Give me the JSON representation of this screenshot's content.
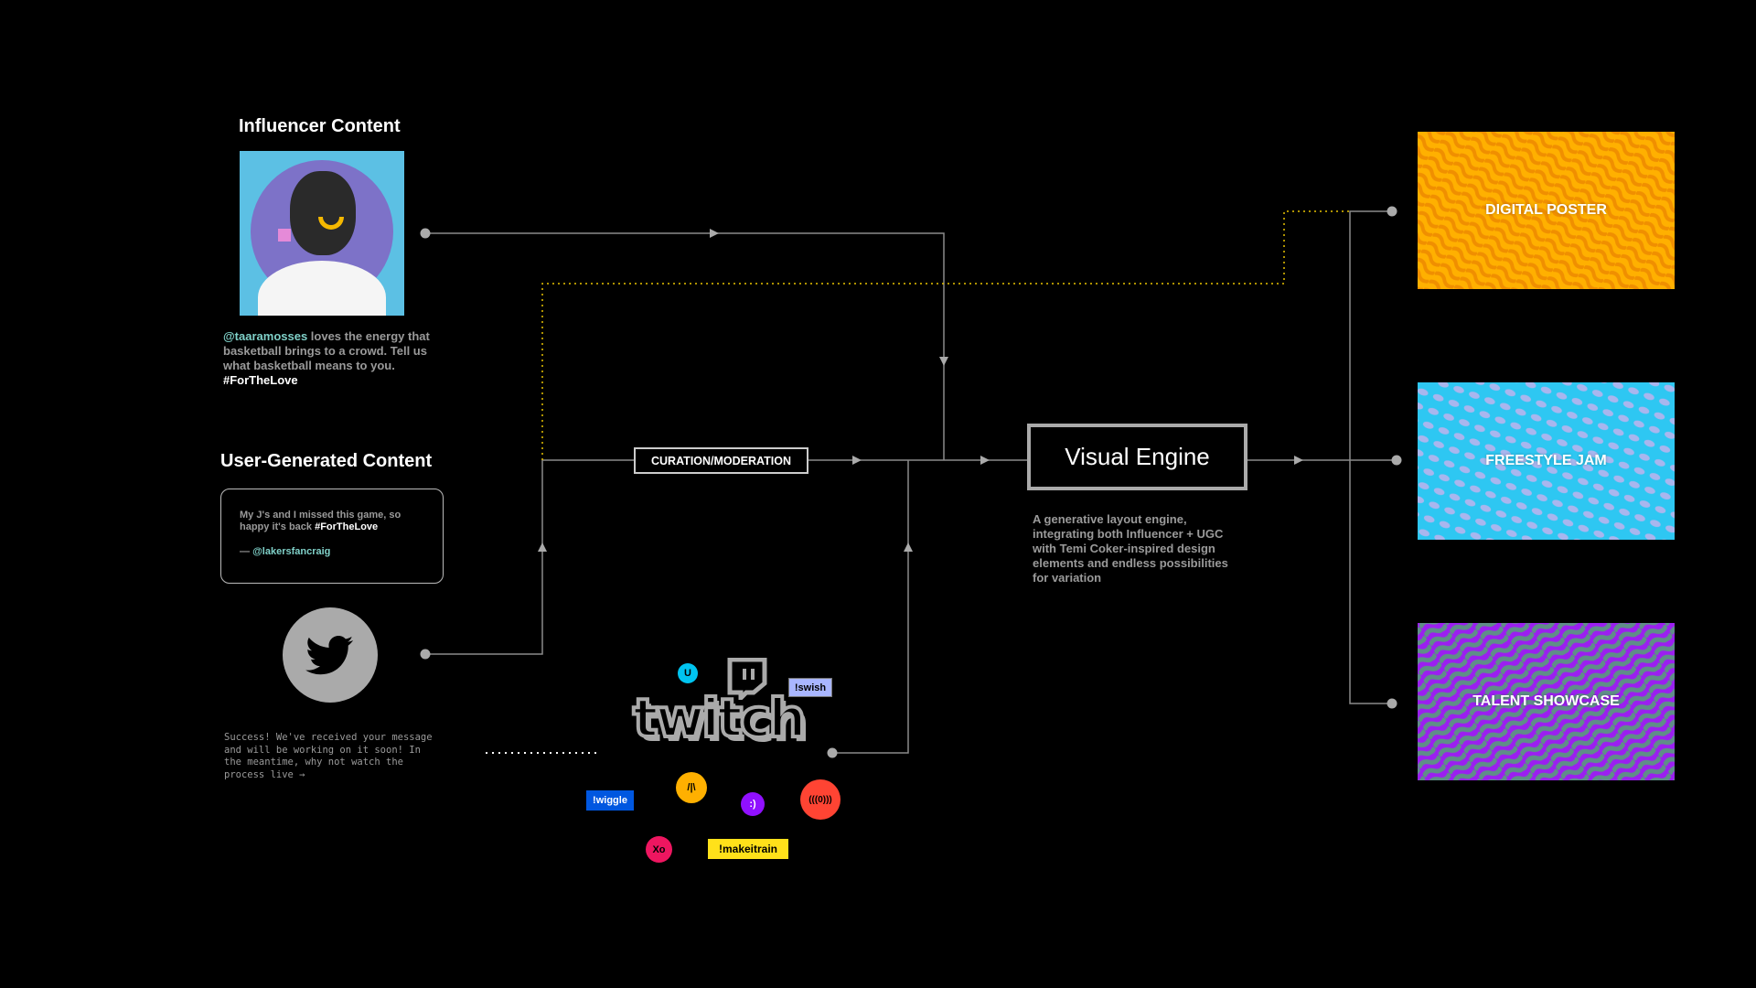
{
  "influencer": {
    "title": "Influencer Content",
    "handle": "@taaramosses",
    "caption": " loves the energy that basketball brings to a crowd. Tell us what basketball means to you. ",
    "hashtag": "#ForTheLove"
  },
  "ugc": {
    "title": "User-Generated Content",
    "tweet_text": "My J's and I missed this game, so happy it's back ",
    "tweet_hashtag": "#ForTheLove",
    "tweet_author_prefix": "— ",
    "tweet_author": "@lakersfancraig",
    "success_message": "Success! We've received your message and will be working on it soon! In the meantime, why not watch the process live →"
  },
  "curation": {
    "label": "CURATION/MODERATION"
  },
  "engine": {
    "title": "Visual Engine",
    "description": "A generative layout engine, integrating both Influencer + UGC with Temi Coker-inspired design elements and endless possibilities for variation"
  },
  "outputs": [
    {
      "label": "DIGITAL POSTER",
      "color_a": "#ffb000",
      "color_b": "#f59a00"
    },
    {
      "label": "FREESTYLE JAM",
      "color_a": "#2ec7f2",
      "color_b": "#a9b6ee"
    },
    {
      "label": "TALENT SHOWCASE",
      "color_a": "#9b1ff0",
      "color_b": "#5f8e88"
    }
  ],
  "twitch": {
    "logo": "twitch",
    "emotes": {
      "u": "U",
      "swish": "!swish",
      "arrow": "/|\\",
      "smile": ":)",
      "signal": "(((0)))",
      "wiggle": "!wiggle",
      "xo": "Xo",
      "makeitrain": "!makeitrain"
    }
  }
}
